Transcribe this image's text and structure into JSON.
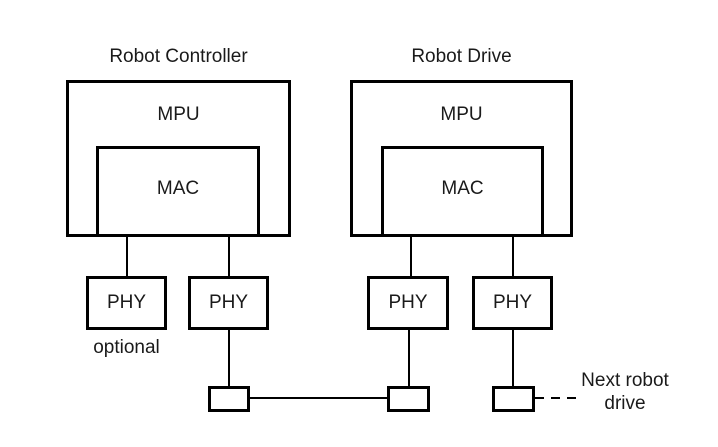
{
  "diagram": {
    "background_color": "#ffffff",
    "stroke_color": "#000000",
    "text_color": "#1a1a1a",
    "controller": {
      "title": "Robot Controller",
      "mpu_label": "MPU",
      "mac_label": "MAC",
      "phy_left_label": "PHY",
      "phy_right_label": "PHY",
      "optional_label": "optional"
    },
    "drive": {
      "title": "Robot Drive",
      "mpu_label": "MPU",
      "mac_label": "MAC",
      "phy_left_label": "PHY",
      "phy_right_label": "PHY"
    },
    "next_robot_drive_label": "Next robot\ndrive"
  }
}
